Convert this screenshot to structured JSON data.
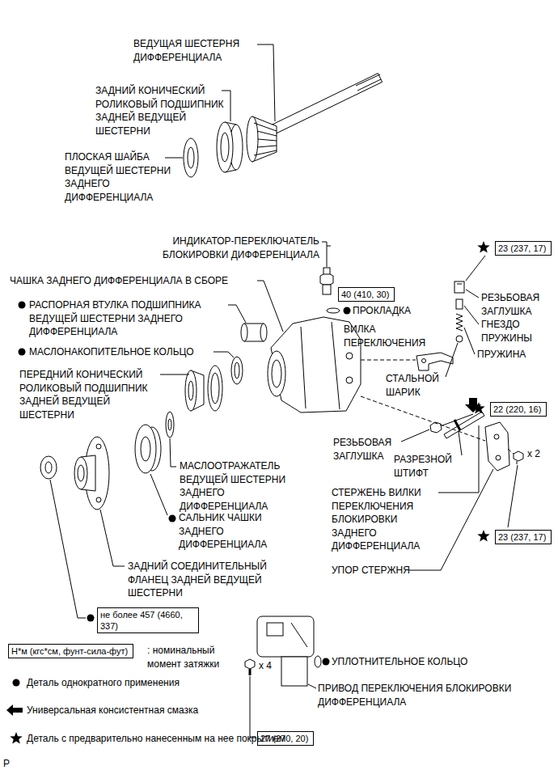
{
  "diagram": {
    "nodes": [
      {
        "text": [
          "23 (237, 17)"
        ]
      },
      {
        "text": [
          "40 (410, 30)"
        ]
      },
      {
        "text": [
          "22 (220, 16)"
        ]
      },
      {
        "text": [
          "23 (237, 17)"
        ]
      },
      {
        "text": [
          "не более 457 (4660, 337)"
        ]
      },
      {
        "text": [
          "Н*м (кгс*см, фунт-сила-фут)"
        ]
      },
      {
        "text": [
          "27 (270, 20)"
        ]
      }
    ],
    "labels": [
      "ВЕДУЩАЯ ШЕСТЕРНЯ ДИФФЕРЕНЦИАЛА",
      "ЗАДНИЙ КОНИЧЕСКИЙ РОЛИКОВЫЙ ПОДШИПНИК ЗАДНЕЙ ВЕДУЩЕЙ ШЕСТЕРНИ",
      "ПЛОСКАЯ ШАЙБА ВЕДУЩЕЙ ШЕСТЕРНИ ЗАДНЕГО ДИФФЕРЕНЦИАЛА",
      "ИНДИКАТОР-ПЕРЕКЛЮЧАТЕЛЬ БЛОКИРОВКИ ДИФФЕРЕНЦИАЛА",
      "ЧАШКА ЗАДНЕГО ДИФФЕРЕНЦИАЛА В СБОРЕ",
      "РЕЗЬБОВАЯ ЗАГЛУШКА",
      "РАСПОРНАЯ ВТУЛКА ПОДШИПНИКА ВЕДУЩЕЙ ШЕСТЕРНИ ЗАДНЕГО ДИФФЕРЕНЦИАЛА",
      "ПРОКЛАДКА",
      "ГНЕЗДО ПРУЖИНЫ",
      "ВИЛКА ПЕРЕКЛЮЧЕНИЯ",
      "МАСЛОНАКОПИТЕЛЬНОЕ КОЛЬЦО",
      "ПРУЖИНА",
      "ПЕРЕДНИЙ КОНИЧЕСКИЙ РОЛИКОВЫЙ ПОДШИПНИК ЗАДНЕЙ ВЕДУЩЕЙ ШЕСТЕРНИ",
      "СТАЛЬНОЙ ШАРИК",
      "РЕЗЬБОВАЯ ЗАГЛУШКА",
      "x 2",
      "РАЗРЕЗНОЙ ШТИФТ",
      "МАСЛООТРАЖАТЕЛЬ ВЕДУЩЕЙ ШЕСТЕРНИ ЗАДНЕГО ДИФФЕРЕНЦИАЛА",
      "СТЕРЖЕНЬ ВИЛКИ ПЕРЕКЛЮЧЕНИЯ БЛОКИРОВКИ ЗАДНЕГО ДИФФЕРЕНЦИАЛА",
      "САЛЬНИК ЧАШКИ ЗАДНЕГО ДИФФЕРЕНЦИАЛА",
      "ЗАДНИЙ СОЕДИНИТЕЛЬНЫЙ ФЛАНЕЦ ЗАДНЕЙ ВЕДУЩЕЙ ШЕСТЕРНИ",
      "УПОР СТЕРЖНЯ",
      ": номинальный момент затяжки",
      "УПЛОТНИТЕЛЬНОЕ КОЛЬЦО",
      "x 4",
      "ПРИВОД ПЕРЕКЛЮЧЕНИЯ БЛОКИРОВКИ ДИФФЕРЕНЦИАЛА",
      "P"
    ],
    "legend": [
      {
        "text": "Деталь однократного применения"
      },
      {
        "text": "Универсальная консистентная смазка"
      },
      {
        "text": "Деталь с предварительно нанесенным на нее покрытием"
      }
    ]
  }
}
